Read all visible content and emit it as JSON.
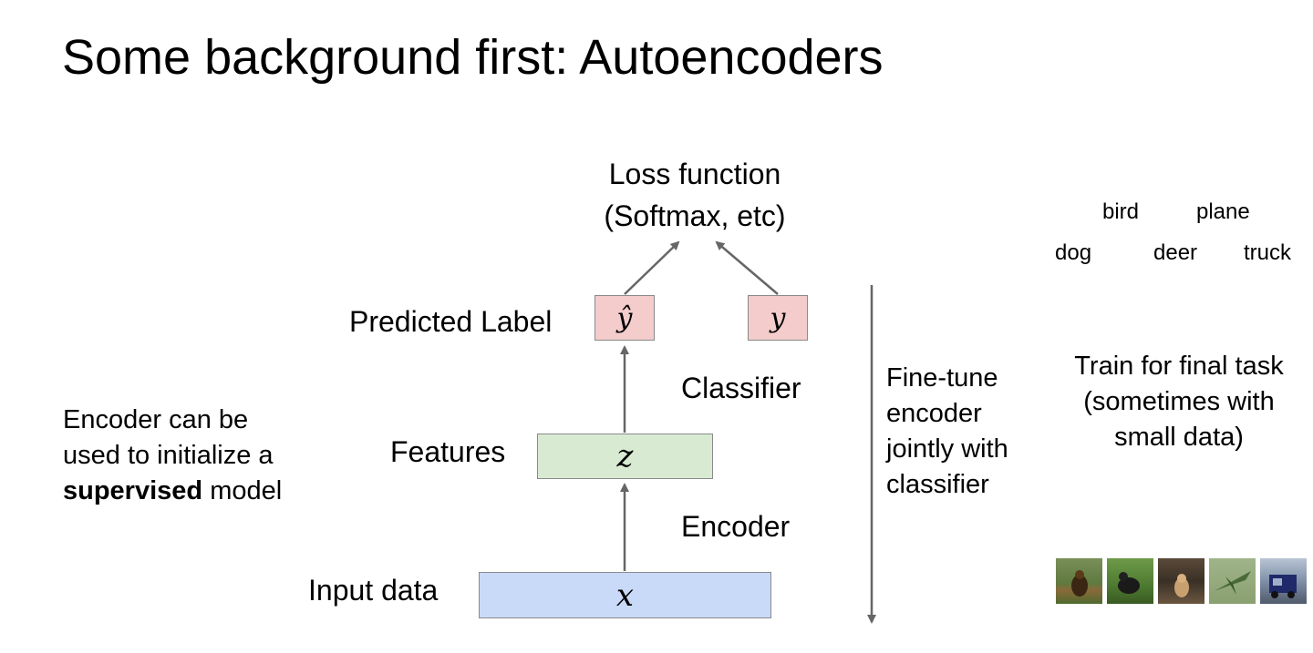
{
  "slide": {
    "title": "Some background first: Autoencoders"
  },
  "diagram": {
    "loss_line1": "Loss function",
    "loss_line2": "(Softmax, etc)",
    "predicted_label": "Predicted Label",
    "y_hat": "ŷ",
    "y": "y",
    "classifier": "Classifier",
    "features": "Features",
    "z": "z",
    "encoder": "Encoder",
    "input_data": "Input data",
    "x": "x",
    "fine_tune": [
      "Fine-tune",
      "encoder",
      "jointly with",
      "classifier"
    ]
  },
  "left_note": {
    "line1": "Encoder can be",
    "line2": "used to initialize a",
    "bold": "supervised",
    "rest": " model"
  },
  "right_panel": {
    "class_labels": [
      "bird",
      "plane",
      "dog",
      "deer",
      "truck"
    ],
    "train_text": [
      "Train for final task",
      "(sometimes with",
      "small data)"
    ],
    "image_subjects": [
      "dog",
      "bird",
      "deer",
      "plane",
      "truck"
    ]
  },
  "colors": {
    "red_box": "#f4cccc",
    "green_box": "#d9ead3",
    "blue_box": "#c9daf8",
    "arrow": "#666666"
  }
}
